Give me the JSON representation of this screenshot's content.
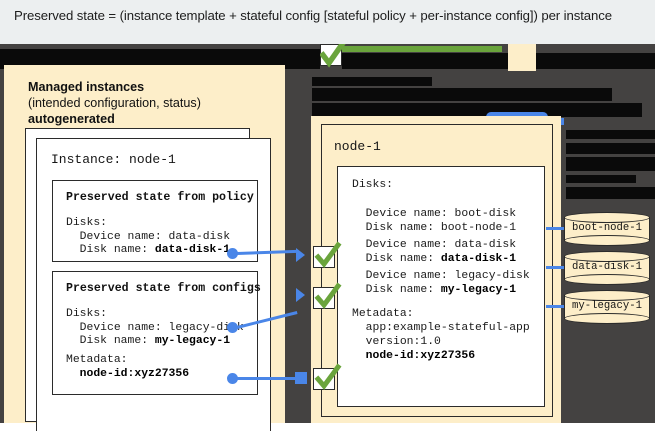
{
  "caption": {
    "text": "Preserved state = (instance template + stateful config [stateful policy + per-instance config]) per instance"
  },
  "colors": {
    "cream": "#fdeec9",
    "dark_backdrop": "#444241",
    "check_green": "#6aa43c",
    "connector_blue": "#4a86e8",
    "outline": "#2b2b2b",
    "caption_band": "#eceff0"
  },
  "left_panel": {
    "title_line1": "Managed instances",
    "title_line2": "(intended configuration, status)",
    "title_line3": "autogenerated",
    "instance_label": "Instance: node-1",
    "cards": [
      {
        "heading": "Preserved state from policy",
        "lines": [
          "Disks:",
          "  Device name: data-disk",
          "  Disk name: ",
          "data-disk-1"
        ],
        "plain": "Disks:\n  Device name: data-disk\n  Disk name: ",
        "bold_tail": "data-disk-1"
      },
      {
        "heading": "Preserved state from configs",
        "plain_1": "Disks:\n  Device name: legacy-disk\n  Disk name: ",
        "bold_1": "my-legacy-1",
        "plain_2": "Metadata:\n  ",
        "bold_2": "node-id:xyz27356"
      }
    ]
  },
  "right_panel": {
    "node_label": "node-1",
    "disks_header": "Disks:",
    "entries": [
      {
        "device": "  Device name: boot-disk",
        "disk_plain": "  Disk name: boot-node-1",
        "disk_bold": "",
        "checked": false
      },
      {
        "device": "  Device name: data-disk",
        "disk_plain": "  Disk name: ",
        "disk_bold": "data-disk-1",
        "checked": true
      },
      {
        "device": "  Device name: legacy-disk",
        "disk_plain": "  Disk name: ",
        "disk_bold": "my-legacy-1",
        "checked": true
      }
    ],
    "metadata_header": "Metadata:",
    "metadata_lines": [
      "  app:example-stateful-app",
      "  version:1.0"
    ],
    "metadata_bold": "node-id:xyz27356"
  },
  "disks": [
    {
      "label": "boot-node-1"
    },
    {
      "label": "data-disk-1"
    },
    {
      "label": "my-legacy-1"
    }
  ]
}
